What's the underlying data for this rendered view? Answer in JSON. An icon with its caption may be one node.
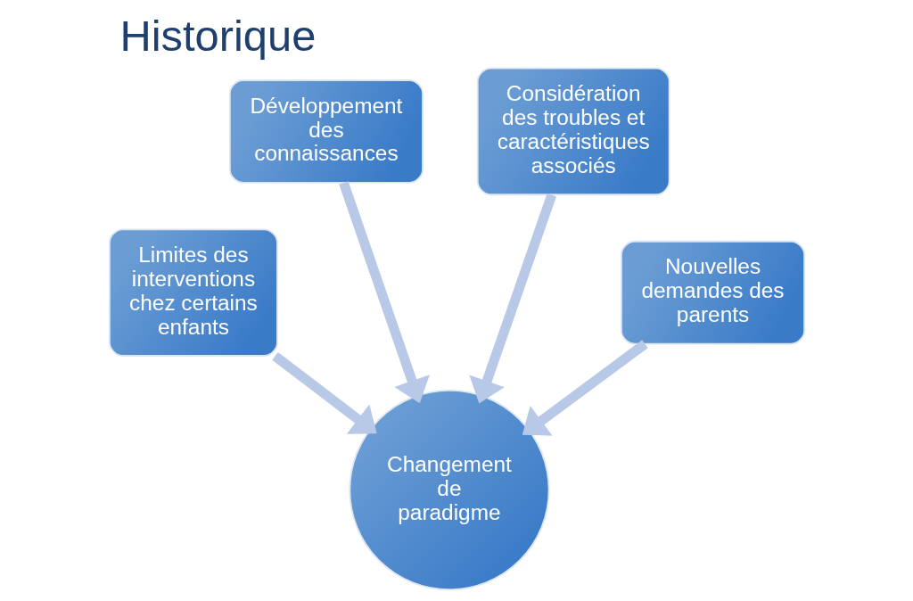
{
  "diagram": {
    "title": "Historique",
    "nodes": [
      {
        "text": [
          "Développement des connaissances"
        ]
      },
      {
        "text": [
          "Considération des troubles et caractéristiques associés"
        ]
      },
      {
        "text": [
          "Limites des interventions chez certains enfants"
        ]
      },
      {
        "text": [
          "Nouvelles demandes des parents"
        ]
      },
      {
        "text": [
          "Changement de paradigme"
        ]
      }
    ],
    "edges": [
      {
        "from": 0,
        "to": 4,
        "arrow": "to"
      },
      {
        "from": 1,
        "to": 4,
        "arrow": "to"
      },
      {
        "from": 2,
        "to": 4,
        "arrow": "to"
      },
      {
        "from": 3,
        "to": 4,
        "arrow": "to"
      }
    ]
  }
}
